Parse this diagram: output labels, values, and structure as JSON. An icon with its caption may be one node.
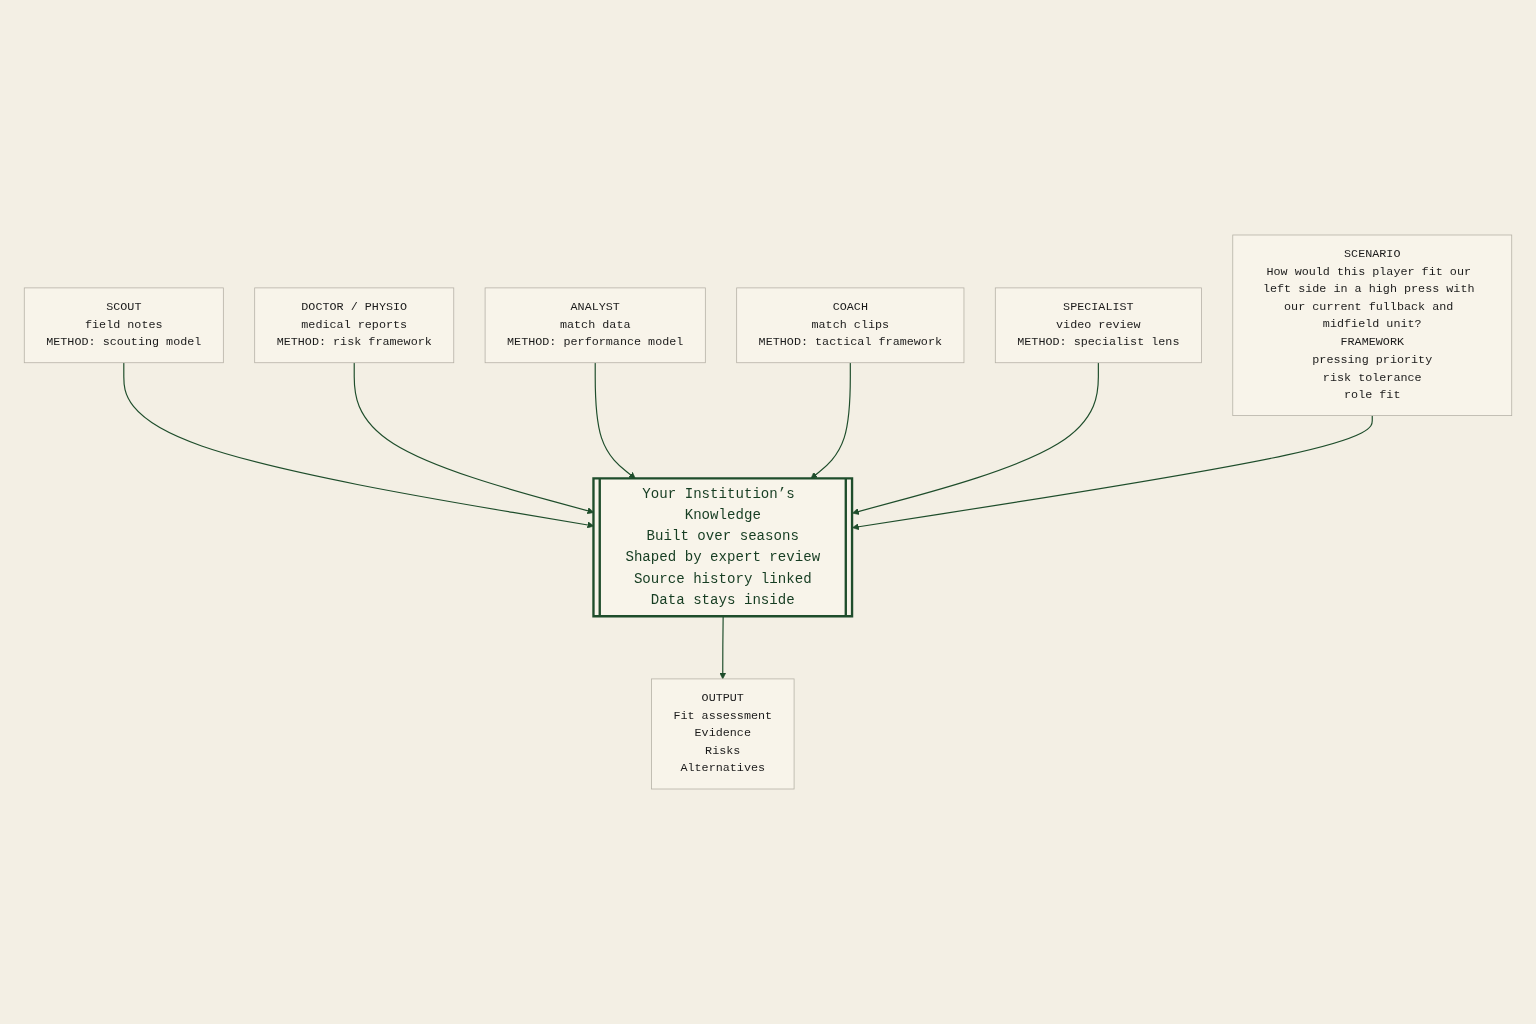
{
  "diagram": {
    "nodes": [
      {
        "text": [
          "SCOUT",
          "field notes",
          "METHOD: scouting model"
        ]
      },
      {
        "text": [
          "DOCTOR / PHYSIO",
          "medical reports",
          "METHOD: risk framework"
        ]
      },
      {
        "text": [
          "ANALYST",
          "match data",
          "METHOD: performance model"
        ]
      },
      {
        "text": [
          "COACH",
          "match clips",
          "METHOD: tactical framework"
        ]
      },
      {
        "text": [
          "SPECIALIST",
          "video review",
          "METHOD: specialist lens"
        ]
      },
      {
        "text": [
          "Your Institution’s Knowledge",
          "Built over seasons",
          "Shaped by expert review",
          "Source history linked",
          "Data stays inside"
        ]
      },
      {
        "text": [
          "SCENARIO",
          "How would this player fit our left side in a high press with our current fullback and midfield unit?",
          "FRAMEWORK",
          "pressing priority",
          "risk tolerance",
          "role fit"
        ]
      },
      {
        "text": [
          "OUTPUT",
          "Fit assessment",
          "Evidence",
          "Risks",
          "Alternatives"
        ]
      }
    ],
    "edges": [
      {
        "from": 0,
        "to": 5,
        "arrow": "to"
      },
      {
        "from": 1,
        "to": 5,
        "arrow": "to"
      },
      {
        "from": 2,
        "to": 5,
        "arrow": "to"
      },
      {
        "from": 3,
        "to": 5,
        "arrow": "to"
      },
      {
        "from": 4,
        "to": 5,
        "arrow": "to"
      },
      {
        "from": 6,
        "to": 5,
        "arrow": "to"
      },
      {
        "from": 5,
        "to": 7,
        "arrow": "to"
      }
    ]
  }
}
